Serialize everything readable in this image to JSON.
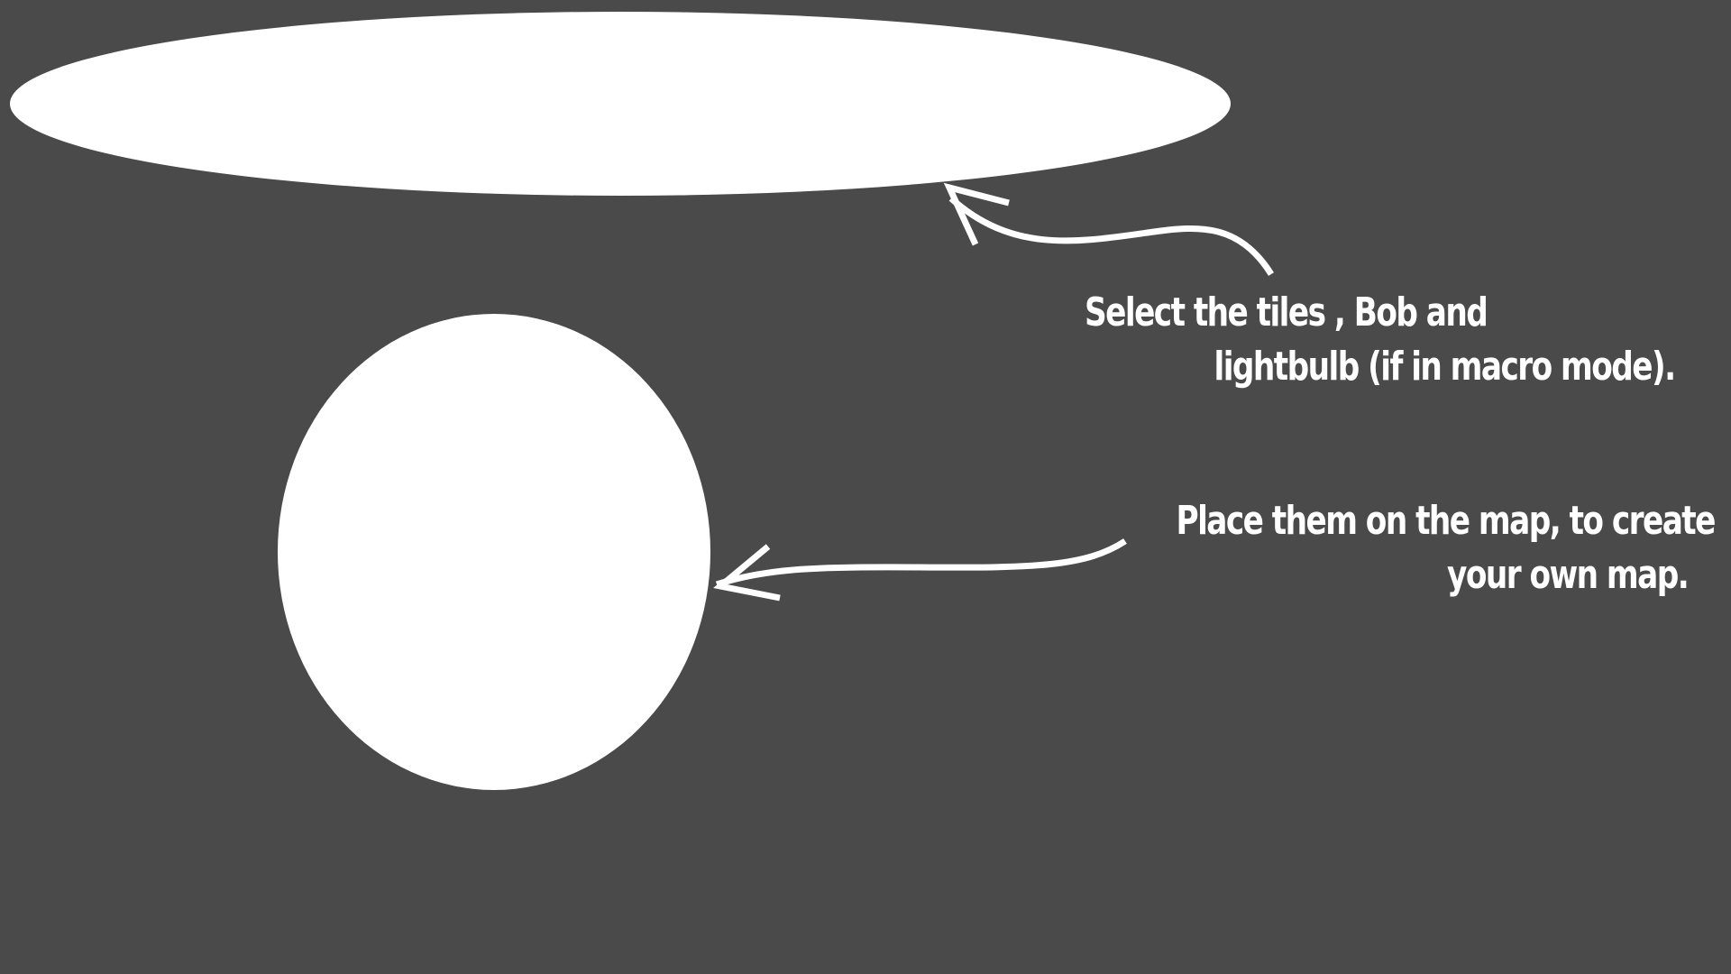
{
  "tutorial": {
    "background_color": "#4a4a4a",
    "highlight_color": "#ffffff",
    "hints": [
      {
        "lines": [
          "Select the tiles , Bob and",
          "lightbulb (if in macro mode)."
        ]
      },
      {
        "lines": [
          "Place them on the map, to create",
          "your own map."
        ]
      }
    ]
  }
}
